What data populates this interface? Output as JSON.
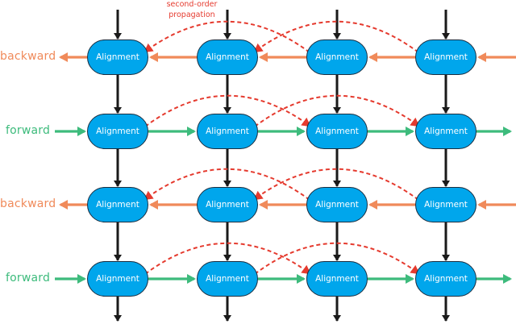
{
  "annotation": {
    "line1": "second-order",
    "line2": "propagation"
  },
  "node_label": "Alignment",
  "rows": [
    {
      "id": "r1",
      "label": "backward",
      "direction": "backward"
    },
    {
      "id": "r2",
      "label": "forward",
      "direction": "forward"
    },
    {
      "id": "r3",
      "label": "backward",
      "direction": "backward"
    },
    {
      "id": "r4",
      "label": "forward",
      "direction": "forward"
    }
  ],
  "columns": 4,
  "colors": {
    "backward": "#f08a5a",
    "forward": "#3dbb7c",
    "node_fill": "#00a6ec",
    "vertical": "#1a1a1a",
    "second_order": "#e53a2e"
  }
}
